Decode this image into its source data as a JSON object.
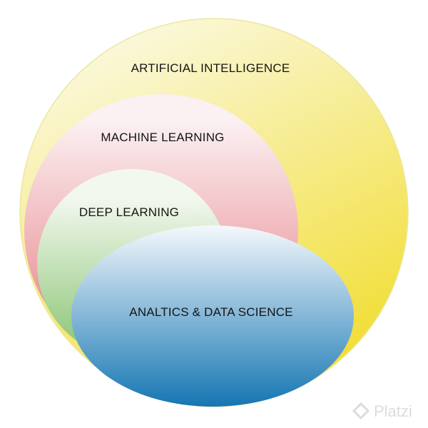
{
  "diagram": {
    "type": "nested-euler",
    "sets": [
      {
        "id": "ai",
        "label": "ARTIFICIAL INTELLIGENCE",
        "color_light": "#fbf9e2",
        "color_dark": "#f1dc2a"
      },
      {
        "id": "ml",
        "label": "MACHINE LEARNING",
        "color_light": "#fbf0f2",
        "color_dark": "#e88a8f"
      },
      {
        "id": "dl",
        "label": "DEEP LEARNING",
        "color_light": "#f3f8ef",
        "color_dark": "#86c26f"
      },
      {
        "id": "ds",
        "label": "ANALTICS & DATA SCIENCE",
        "color_light": "#f4f8fc",
        "color_dark": "#1576b3"
      }
    ]
  },
  "watermark": {
    "text": "Platzi",
    "icon": "platzi-logo-icon"
  }
}
